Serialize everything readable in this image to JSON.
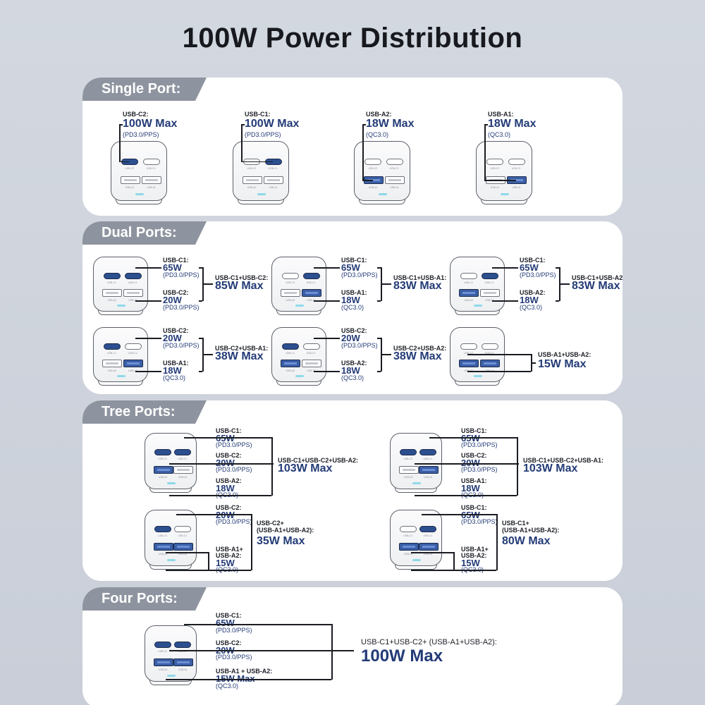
{
  "title": "100W Power Distribution",
  "colors": {
    "accent": "#233b76",
    "tab": "#8e949f",
    "active_port": "#2c4f8f"
  },
  "sections": {
    "single": {
      "tab": "Single Port:",
      "items": [
        {
          "port": "USB-C2:",
          "watt": "100W Max",
          "proto": "(PD3.0/PPS)"
        },
        {
          "port": "USB-C1:",
          "watt": "100W Max",
          "proto": "(PD3.0/PPS)"
        },
        {
          "port": "USB-A2:",
          "watt": "18W Max",
          "proto": "(QC3.0)"
        },
        {
          "port": "USB-A1:",
          "watt": "18W Max",
          "proto": "(QC3.0)"
        }
      ]
    },
    "dual": {
      "tab": "Dual Ports:",
      "items": [
        {
          "p1": "USB-C1:",
          "w1": "65W",
          "pr1": "(PD3.0/PPS)",
          "p2": "USB-C2:",
          "w2": "20W",
          "pr2": "(PD3.0/PPS)",
          "combo": "USB-C1+USB-C2:",
          "total": "85W Max"
        },
        {
          "p1": "USB-C1:",
          "w1": "65W",
          "pr1": "(PD3.0/PPS)",
          "p2": "USB-A1:",
          "w2": "18W",
          "pr2": "(QC3.0)",
          "combo": "USB-C1+USB-A1:",
          "total": "83W Max"
        },
        {
          "p1": "USB-C1:",
          "w1": "65W",
          "pr1": "(PD3.0/PPS)",
          "p2": "USB-A2:",
          "w2": "18W",
          "pr2": "(QC3.0)",
          "combo": "USB-C1+USB-A2:",
          "total": "83W Max"
        },
        {
          "p1": "USB-C2:",
          "w1": "20W",
          "pr1": "(PD3.0/PPS)",
          "p2": "USB-A1:",
          "w2": "18W",
          "pr2": "(QC3.0)",
          "combo": "USB-C2+USB-A1:",
          "total": "38W Max"
        },
        {
          "p1": "USB-C2:",
          "w1": "20W",
          "pr1": "(PD3.0/PPS)",
          "p2": "USB-A2:",
          "w2": "18W",
          "pr2": "(QC3.0)",
          "combo": "USB-C2+USB-A2:",
          "total": "38W Max"
        },
        {
          "combo": "USB-A1+USB-A2:",
          "total": "15W Max"
        }
      ]
    },
    "tree": {
      "tab": "Tree Ports:",
      "items": [
        {
          "p1": "USB-C1:",
          "w1": "65W",
          "pr1": "(PD3.0/PPS)",
          "p2": "USB-C2:",
          "w2": "20W",
          "pr2": "(PD3.0/PPS)",
          "p3": "USB-A2:",
          "w3": "18W",
          "pr3": "(QC3.0)",
          "combo": "USB-C1+USB-C2+USB-A2:",
          "total": "103W Max"
        },
        {
          "p1": "USB-C1:",
          "w1": "65W",
          "pr1": "(PD3.0/PPS)",
          "p2": "USB-C2:",
          "w2": "20W",
          "pr2": "(PD3.0/PPS)",
          "p3": "USB-A1:",
          "w3": "18W",
          "pr3": "(QC3.0)",
          "combo": "USB-C1+USB-C2+USB-A1:",
          "total": "103W Max"
        },
        {
          "p1": "USB-C2:",
          "w1": "20W",
          "pr1": "(PD3.0/PPS)",
          "p2a": "USB-A1+",
          "p2b": "USB-A2:",
          "w2": "15W",
          "pr2": "(QC3.0)",
          "combo_a": "USB-C2+",
          "combo_b": "(USB-A1+USB-A2):",
          "total": "35W Max"
        },
        {
          "p1": "USB-C1:",
          "w1": "65W",
          "pr1": "(PD3.0/PPS)",
          "p2a": "USB-A1+",
          "p2b": "USB-A2:",
          "w2": "15W",
          "pr2": "(QC3.0)",
          "combo_a": "USB-C1+",
          "combo_b": "(USB-A1+USB-A2):",
          "total": "80W Max"
        }
      ]
    },
    "four": {
      "tab": "Four Ports:",
      "p1": "USB-C1:",
      "w1": "65W",
      "pr1": "(PD3.0/PPS)",
      "p2": "USB-C2:",
      "w2": "20W",
      "pr2": "(PD3.0/PPS)",
      "p3": "USB-A1 + USB-A2:",
      "w3": "15W Max",
      "pr3": "(QC3.0)",
      "combo": "USB-C1+USB-C2+ (USB-A1+USB-A2):",
      "total": "100W Max"
    }
  },
  "port_labels": {
    "c1": "USB-C1",
    "c2": "USB-C2",
    "a1": "USB-A1",
    "a2": "USB-A2"
  }
}
